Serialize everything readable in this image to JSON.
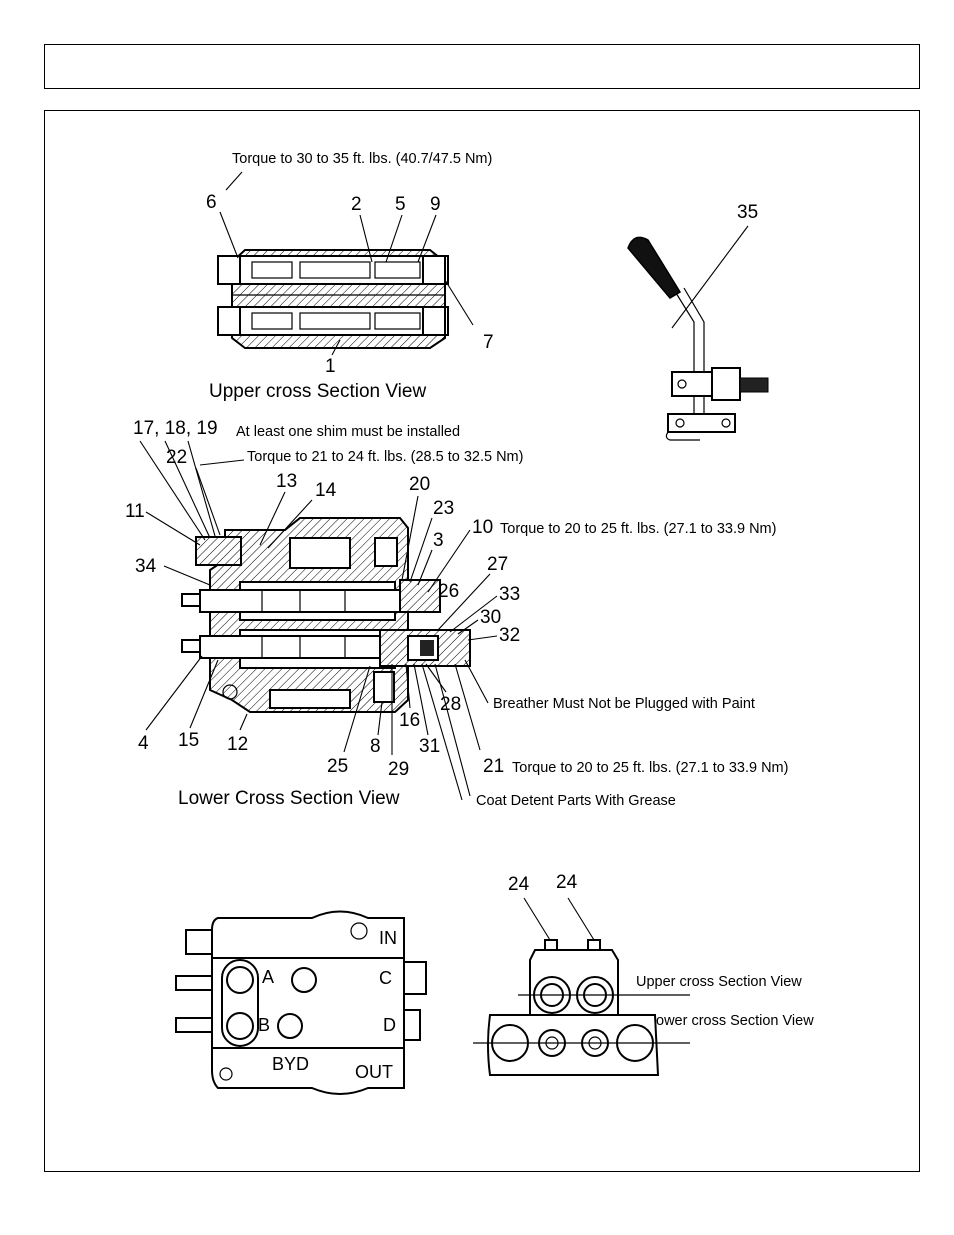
{
  "upper_view": {
    "title": "Upper cross Section View",
    "torque_note": "Torque to 30  to 35 ft. lbs. (40.7/47.5 Nm)",
    "callouts": [
      "6",
      "2",
      "5",
      "9",
      "7",
      "1"
    ]
  },
  "lever": {
    "callout": "35"
  },
  "lower_view": {
    "title": "Lower Cross Section View",
    "shim_callout": "17, 18, 19",
    "shim_note": "At least one shim must be installed",
    "callout_22": "22",
    "torque_note_22": "Torque to 21 to 24 ft. lbs. (28.5 to 32.5 Nm)",
    "callout_10": "10",
    "torque_note_10": "Torque to 20 to 25 ft. lbs. (27.1 to 33.9 Nm)",
    "callout_21": "21",
    "torque_note_21": "Torque to 20 to 25 ft. lbs. (27.1 to 33.9 Nm)",
    "breather_note": "Breather Must Not be Plugged with Paint",
    "grease_note": "Coat Detent Parts With Grease",
    "callouts": [
      "11",
      "13",
      "14",
      "20",
      "23",
      "3",
      "34",
      "27",
      "26",
      "33",
      "30",
      "32",
      "4",
      "15",
      "12",
      "25",
      "8",
      "29",
      "16",
      "31",
      "28"
    ]
  },
  "top_view": {
    "ports": {
      "in": "IN",
      "a": "A",
      "b": "B",
      "c": "C",
      "d": "D",
      "byd": "BYD",
      "out": "OUT"
    }
  },
  "end_view": {
    "callouts": [
      "24",
      "24"
    ],
    "upper_label": "Upper cross Section View",
    "lower_label": "ower cross Section View"
  }
}
